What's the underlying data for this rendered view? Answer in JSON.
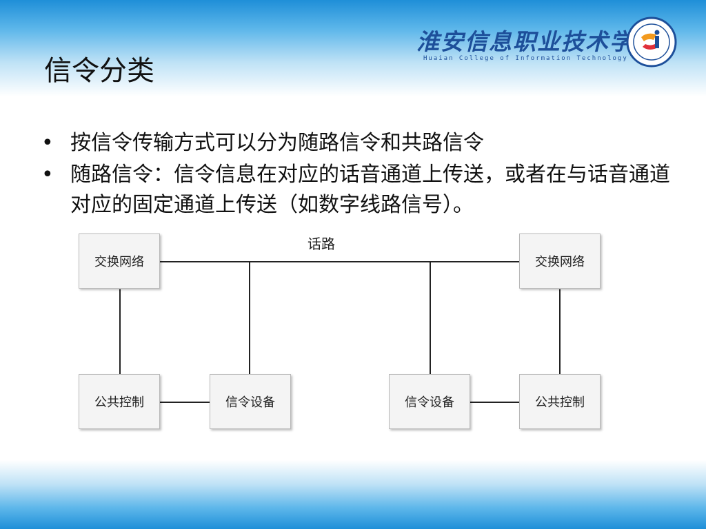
{
  "slide": {
    "title": "信令分类",
    "logo": {
      "name_cn": "淮安信息职业技术学院",
      "name_en": "Huaian College of Information Technology"
    },
    "bullets": [
      "按信令传输方式可以分为随路信令和共路信令",
      "随路信令：信令信息在对应的话音通道上传送，或者在与话音通道对应的固定通道上传送（如数字线路信号）。"
    ],
    "bullet_symbol": "•"
  },
  "diagram": {
    "line_label": "话路",
    "boxes": {
      "left_switch": "交换网络",
      "right_switch": "交换网络",
      "left_common_control": "公共控制",
      "left_signaling_device": "信令设备",
      "right_signaling_device": "信令设备",
      "right_common_control": "公共控制"
    }
  },
  "colors": {
    "band_dark": "#1f8fd8",
    "logo_blue": "#1d4f9a",
    "emblem_orange": "#f39a1e",
    "emblem_red": "#e0303a"
  }
}
